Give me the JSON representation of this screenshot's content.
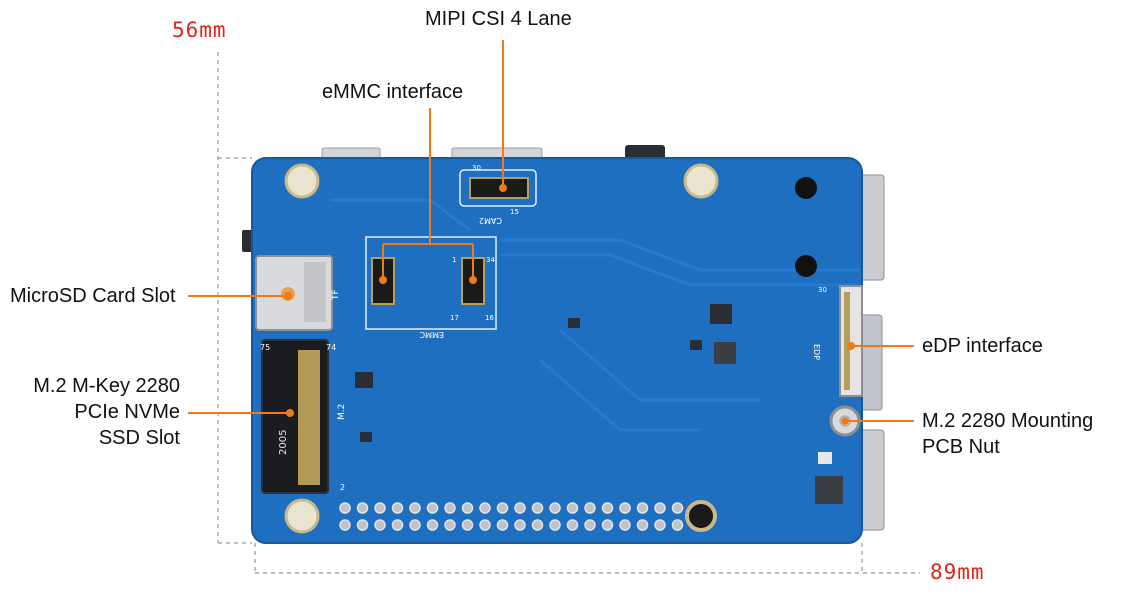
{
  "dimensions": {
    "height": "56mm",
    "width": "89mm"
  },
  "callouts": {
    "mipi_csi": "MIPI CSI 4 Lane",
    "emmc": "eMMC interface",
    "microsd": "MicroSD Card Slot",
    "m2_ssd": [
      "M.2 M-Key 2280",
      "PCIe NVMe",
      "SSD Slot"
    ],
    "edp": "eDP interface",
    "m2_nut": [
      "M.2 2280 Mounting",
      "PCB Nut"
    ]
  },
  "silkscreen": {
    "tf": "TF",
    "emmc": "EMMC",
    "cam2": "CAM2",
    "edp": "EDP",
    "m2": "M.2",
    "code": "2005",
    "num_30": "30",
    "num_1": "1",
    "num_15": "15",
    "num_16": "16",
    "num_17": "17",
    "num_34": "34",
    "num_74": "74",
    "num_75": "75",
    "num_2": "2"
  },
  "colors": {
    "board": "#1f6fc1",
    "board_dark": "#165ea8",
    "callout_line": "#f07a1a",
    "dimension_text": "#e0241b",
    "dimension_line": "#999999",
    "silkscreen": "#ffffff"
  }
}
